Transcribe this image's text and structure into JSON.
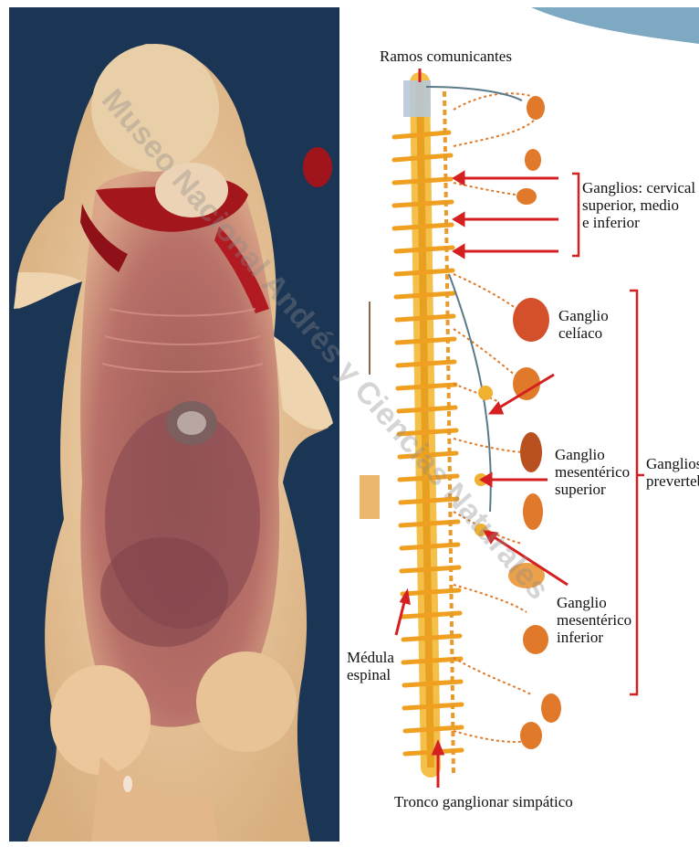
{
  "photo": {
    "subject": "dissected guinea pig, ventral view",
    "colors": {
      "background": "#1f3a5a",
      "fur": "#e9c9a0",
      "tissue": "#b8605a",
      "blood": "#b31c1c"
    }
  },
  "diagram": {
    "labels": {
      "ramos": "Ramos comunicantes",
      "cervical_1": "Ganglios: cervical",
      "cervical_2": "superior, medio",
      "cervical_3": "e inferior",
      "celiaco_1": "Ganglio",
      "celiaco_2": "celíaco",
      "mes_sup_1": "Ganglio",
      "mes_sup_2": "mesentérico",
      "mes_sup_3": "superior",
      "mes_inf_1": "Ganglio",
      "mes_inf_2": "mesentérico",
      "mes_inf_3": "inferior",
      "prevert_1": "Ganglios",
      "prevert_2": "prevertebr",
      "medula_1": "Médula",
      "medula_2": "espinal",
      "tronco": "Tronco ganglionar simpático"
    },
    "colors": {
      "nerve": "#f0a020",
      "arrow": "#d42020",
      "organ": "#e07a2a",
      "bracket": "#d42020"
    }
  },
  "watermark": {
    "text": "Museo Nacional Andrés y Ciencias Naturales"
  }
}
